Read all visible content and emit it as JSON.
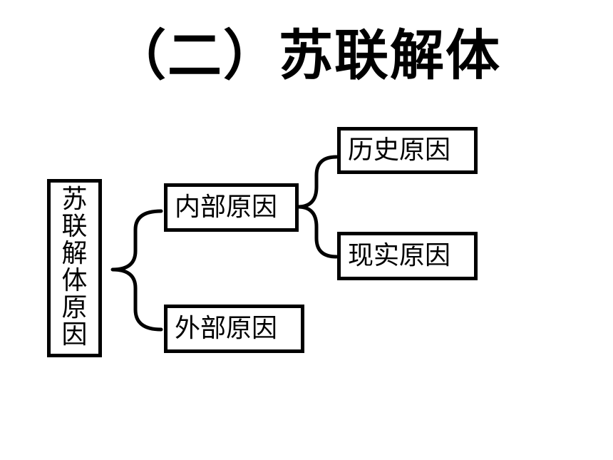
{
  "heading": "（二）苏联解体",
  "diagram": {
    "root": "苏联解体原因",
    "branches": [
      {
        "label": "内部原因",
        "children": [
          "历史原因",
          "现实原因"
        ]
      },
      {
        "label": "外部原因",
        "children": []
      }
    ]
  },
  "colors": {
    "line": "#000000",
    "background": "#ffffff"
  }
}
